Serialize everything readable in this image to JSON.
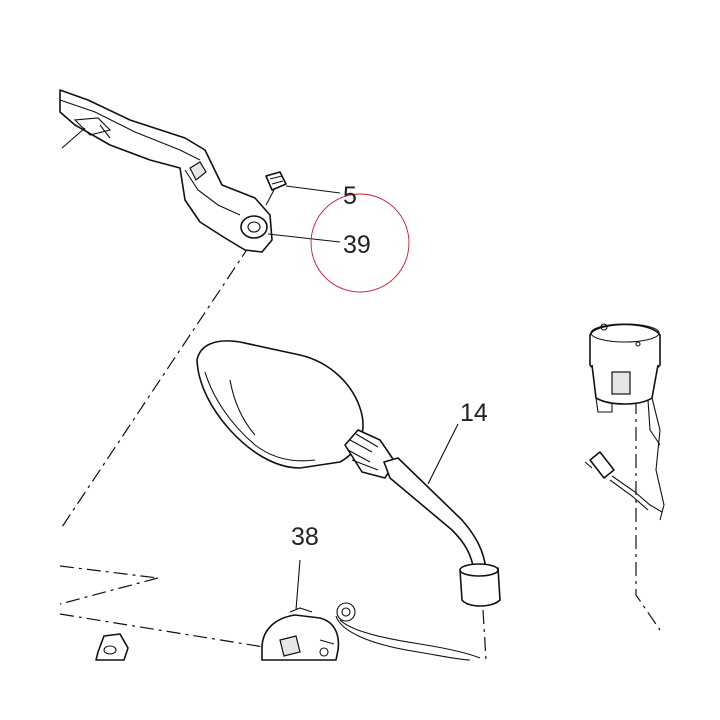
{
  "callouts": {
    "part_5": "5",
    "part_39": "39",
    "part_14": "14",
    "part_38": "38"
  },
  "highlight": {
    "target": "39",
    "color": "#c8192e"
  },
  "colors": {
    "line": "#111111",
    "background": "#ffffff"
  }
}
